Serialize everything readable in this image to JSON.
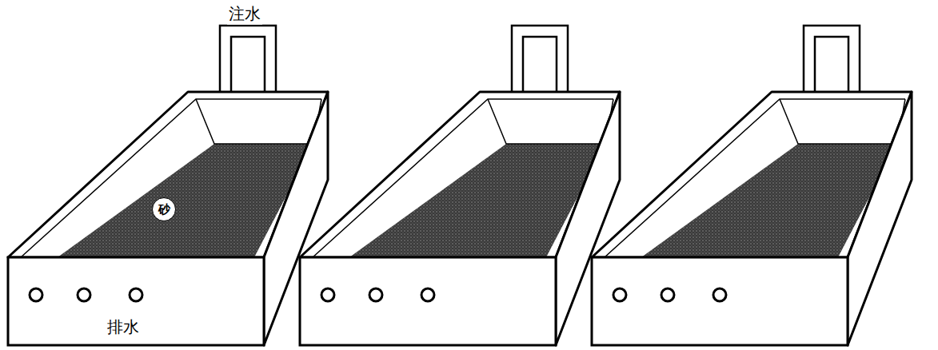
{
  "diagram": {
    "nodes": [
      {
        "text": [
          "砂"
        ]
      }
    ],
    "labels": [
      "注水",
      "排水"
    ]
  }
}
